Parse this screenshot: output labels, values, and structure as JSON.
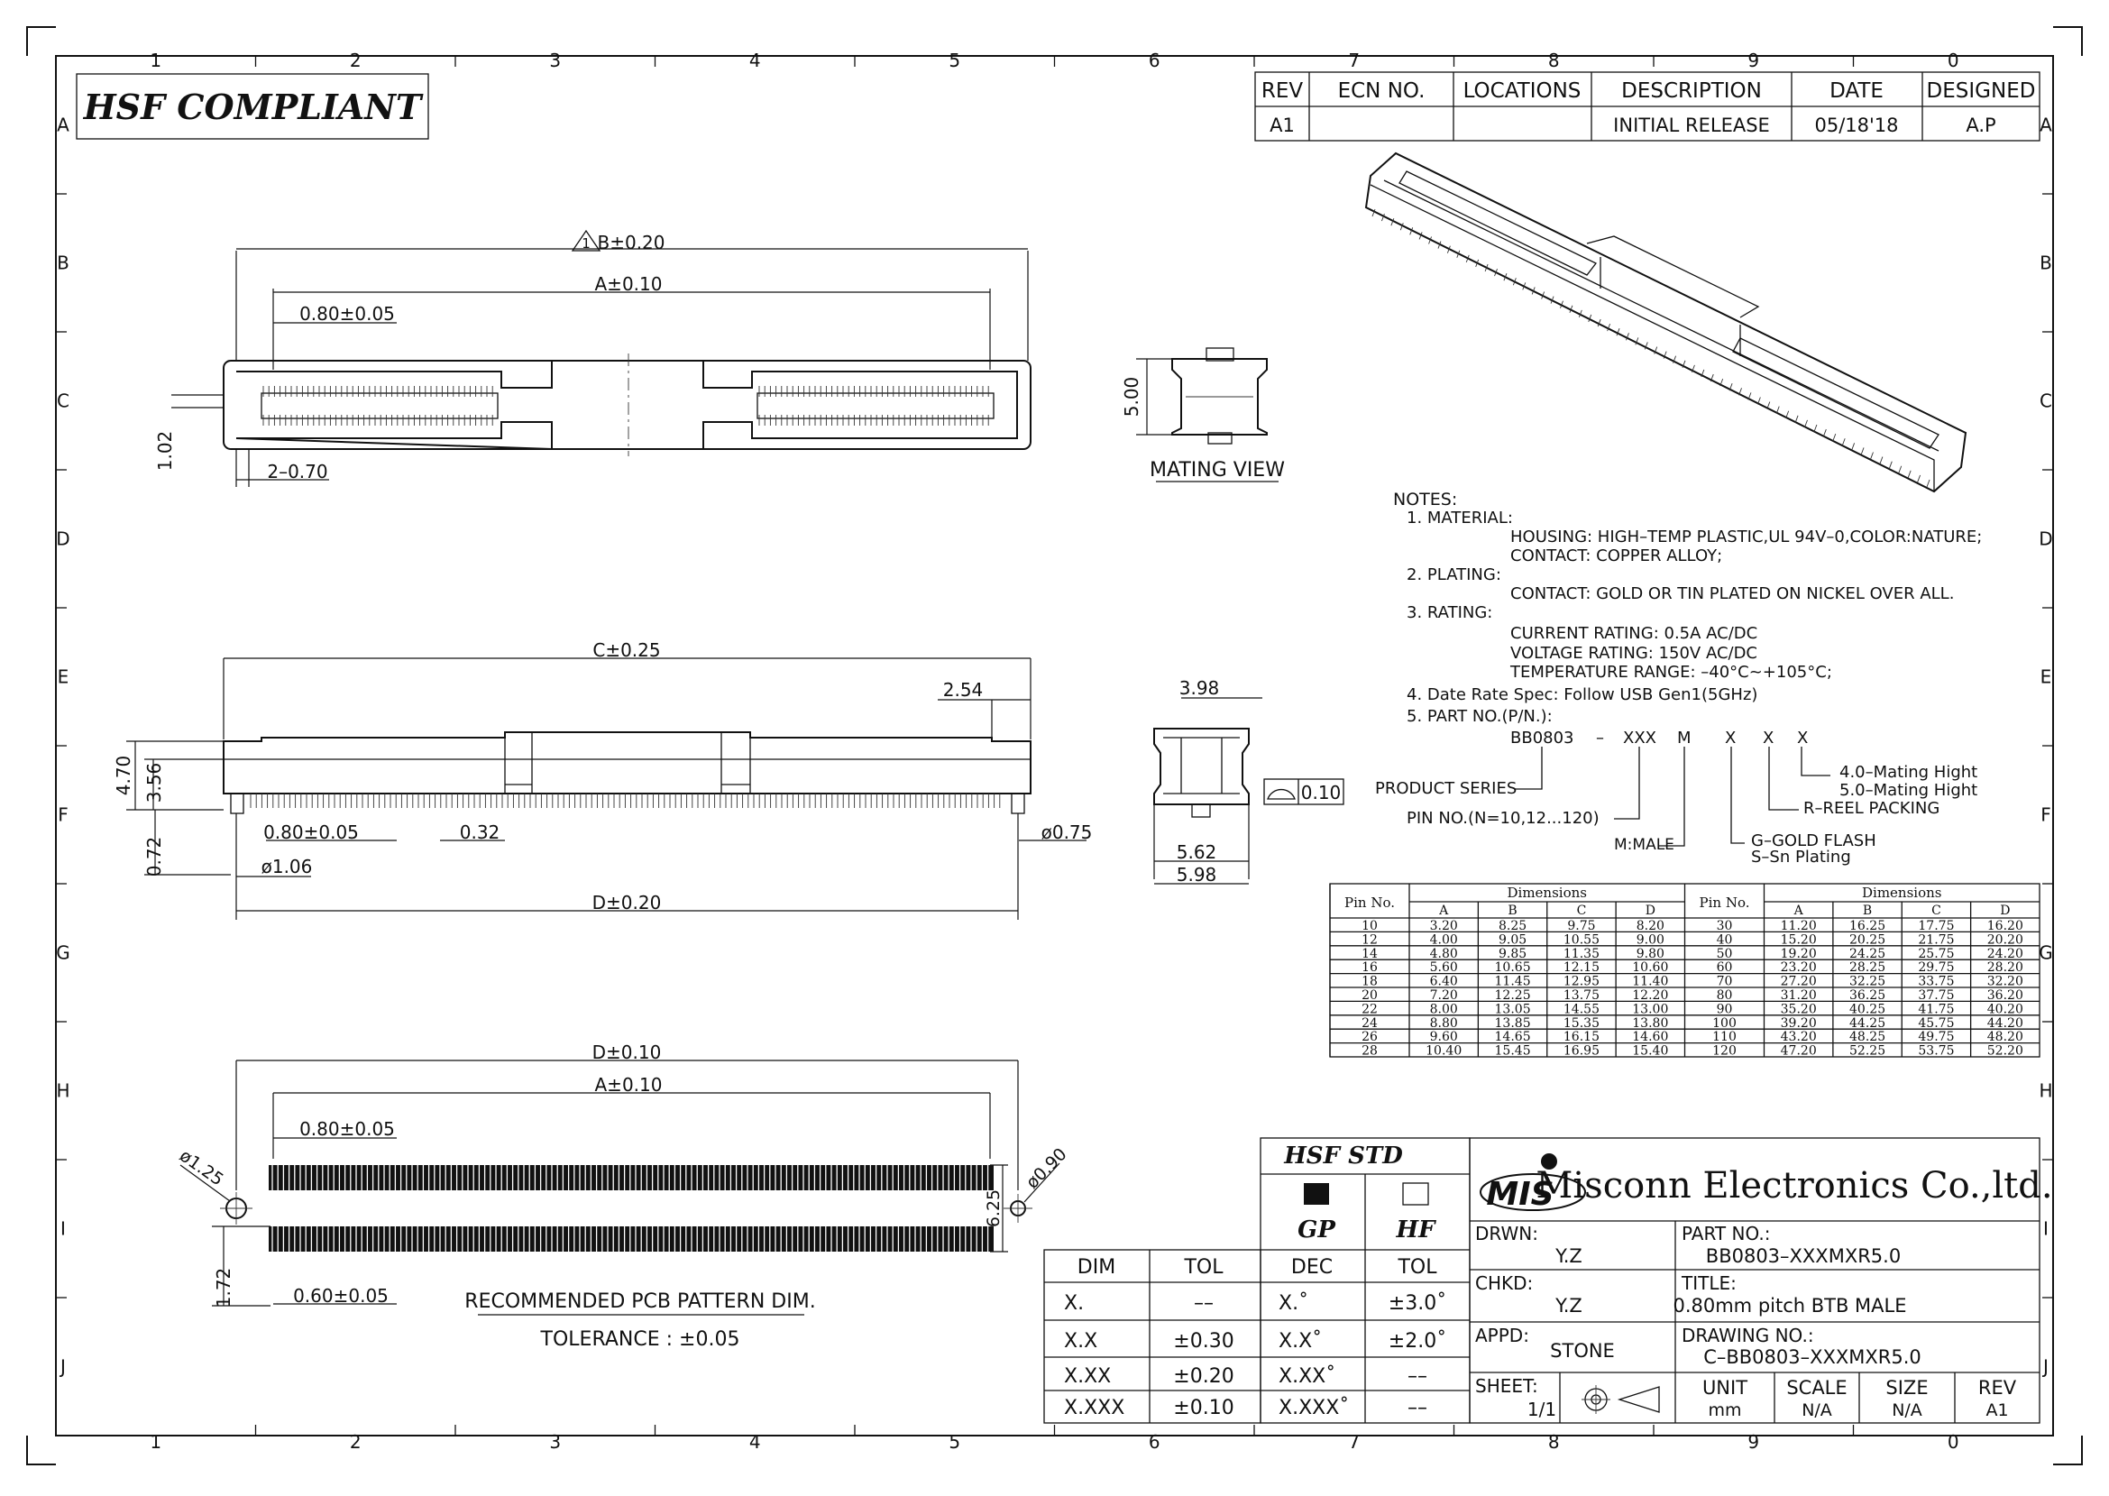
{
  "frame": {
    "columns": [
      "1",
      "2",
      "3",
      "4",
      "5",
      "6",
      "7",
      "8",
      "9",
      "0"
    ],
    "rows": [
      "A",
      "B",
      "C",
      "D",
      "E",
      "F",
      "G",
      "H",
      "I",
      "J"
    ]
  },
  "compliance_label": "HSF COMPLIANT",
  "revision_table": {
    "headers": [
      "REV",
      "ECN NO.",
      "LOCATIONS",
      "DESCRIPTION",
      "DATE",
      "DESIGNED"
    ],
    "row": [
      "A1",
      "",
      "",
      "INITIAL RELEASE",
      "05/18'18",
      "A.P"
    ]
  },
  "top_view": {
    "dim_b": "B±0.20",
    "dim_a": "A±0.10",
    "dim_pitch": "0.80±0.05",
    "dim_height": "1.02",
    "dim_pins": "2–0.70",
    "warning_mark": "1"
  },
  "mating_view": {
    "dim_height": "5.00",
    "label": "MATING VIEW"
  },
  "side_view": {
    "dim_c": "C±0.25",
    "dim_2_54": "2.54",
    "dim_4_70": "4.70",
    "dim_3_56": "3.56",
    "dim_0_72": "0.72",
    "dim_pitch": "0.80±0.05",
    "dim_0_32": "0.32",
    "dim_phi075": "ø0.75",
    "dim_phi106": "ø1.06",
    "dim_d": "D±0.20"
  },
  "end_view": {
    "dim_3_98": "3.98",
    "flatness_tol": "0.10",
    "dim_5_62": "5.62",
    "dim_5_98": "5.98"
  },
  "notes": {
    "title": "NOTES:",
    "lines": [
      "1.  MATERIAL:",
      "HOUSING:  HIGH–TEMP  PLASTIC,UL  94V–0,COLOR:NATURE;",
      "CONTACT:  COPPER  ALLOY;",
      "2.  PLATING:",
      "CONTACT:  GOLD  OR  TIN  PLATED  ON  NICKEL  OVER  ALL.",
      "3.  RATING:",
      "CURRENT  RATING:  0.5A  AC/DC",
      "VOLTAGE  RATING:  150V  AC/DC",
      "TEMPERATURE  RANGE:  –40°C~+105°C;",
      "4.  Date  Rate  Spec:  Follow  USB  Gen1(5GHz)",
      "5.  PART  NO.(P/N.):"
    ]
  },
  "part_number_key": {
    "code": "BB0803",
    "dash": "–",
    "pin_code": "XXX",
    "gender_code": "M",
    "x1": "X",
    "x2": "X",
    "x3": "X",
    "product_series": "PRODUCT  SERIES",
    "pin_no": "PIN  NO.(N=10,12...120)",
    "male": "M:MALE",
    "mating_height_4": "4.0–Mating  Hight",
    "mating_height_5": "5.0–Mating  Hight",
    "reel": "R–REEL  PACKING",
    "gold": "G–GOLD  FLASH",
    "tin": "S–Sn  Plating"
  },
  "dim_table": {
    "pin_header": "Pin No.",
    "dims_header": "Dimensions",
    "cols": [
      "A",
      "B",
      "C",
      "D"
    ],
    "left_rows": [
      [
        "10",
        "3.20",
        "8.25",
        "9.75",
        "8.20"
      ],
      [
        "12",
        "4.00",
        "9.05",
        "10.55",
        "9.00"
      ],
      [
        "14",
        "4.80",
        "9.85",
        "11.35",
        "9.80"
      ],
      [
        "16",
        "5.60",
        "10.65",
        "12.15",
        "10.60"
      ],
      [
        "18",
        "6.40",
        "11.45",
        "12.95",
        "11.40"
      ],
      [
        "20",
        "7.20",
        "12.25",
        "13.75",
        "12.20"
      ],
      [
        "22",
        "8.00",
        "13.05",
        "14.55",
        "13.00"
      ],
      [
        "24",
        "8.80",
        "13.85",
        "15.35",
        "13.80"
      ],
      [
        "26",
        "9.60",
        "14.65",
        "16.15",
        "14.60"
      ],
      [
        "28",
        "10.40",
        "15.45",
        "16.95",
        "15.40"
      ]
    ],
    "right_rows": [
      [
        "30",
        "11.20",
        "16.25",
        "17.75",
        "16.20"
      ],
      [
        "40",
        "15.20",
        "20.25",
        "21.75",
        "20.20"
      ],
      [
        "50",
        "19.20",
        "24.25",
        "25.75",
        "24.20"
      ],
      [
        "60",
        "23.20",
        "28.25",
        "29.75",
        "28.20"
      ],
      [
        "70",
        "27.20",
        "32.25",
        "33.75",
        "32.20"
      ],
      [
        "80",
        "31.20",
        "36.25",
        "37.75",
        "36.20"
      ],
      [
        "90",
        "35.20",
        "40.25",
        "41.75",
        "40.20"
      ],
      [
        "100",
        "39.20",
        "44.25",
        "45.75",
        "44.20"
      ],
      [
        "110",
        "43.20",
        "48.25",
        "49.75",
        "48.20"
      ],
      [
        "120",
        "47.20",
        "52.25",
        "53.75",
        "52.20"
      ]
    ]
  },
  "pcb_view": {
    "dim_d": "D±0.10",
    "dim_a": "A±0.10",
    "dim_pitch": "0.80±0.05",
    "dim_phi125": "ø1.25",
    "dim_phi090": "ø0.90",
    "dim_6_25": "6.25",
    "dim_1_72": "1.72",
    "dim_pad": "0.60±0.05",
    "caption": "RECOMMENDED  PCB  PATTERN  DIM.",
    "tolerance": "TOLERANCE : ±0.05"
  },
  "tolerance_table": {
    "headers": [
      "DIM",
      "TOL"
    ],
    "rows": [
      [
        "X.",
        "––"
      ],
      [
        "X.X",
        "±0.30"
      ],
      [
        "X.XX",
        "±0.20"
      ],
      [
        "X.XXX",
        "±0.10"
      ]
    ]
  },
  "hsf_table": {
    "title": "HSF  STD",
    "gp": "GP",
    "hf": "HF",
    "headers": [
      "DEC",
      "TOL"
    ],
    "rows": [
      [
        "X.˚",
        "±3.0˚"
      ],
      [
        "X.X˚",
        "±2.0˚"
      ],
      [
        "X.XX˚",
        "––"
      ],
      [
        "X.XXX˚",
        "––"
      ]
    ]
  },
  "title_block": {
    "logo_text": "MIS",
    "company": "Misconn Electronics Co.,ltd.",
    "drawn_label": "DRWN:",
    "drawn_value": "Y.Z",
    "checked_label": "CHKD:",
    "checked_value": "Y.Z",
    "approved_label": "APPD:",
    "approved_value": "STONE",
    "part_label": "PART  NO.:",
    "part_value": "BB0803–XXXMXR5.0",
    "title_label": "TITLE:",
    "title_value": "0.80mm  pitch  BTB  MALE",
    "drawing_label": "DRAWING  NO.:",
    "drawing_value": "C–BB0803–XXXMXR5.0",
    "sheet_label": "SHEET:",
    "sheet_value": "1/1",
    "unit_label": "UNIT",
    "unit_value": "mm",
    "scale_label": "SCALE",
    "scale_value": "N/A",
    "size_label": "SIZE",
    "size_value": "N/A",
    "rev_label": "REV",
    "rev_value": "A1"
  }
}
